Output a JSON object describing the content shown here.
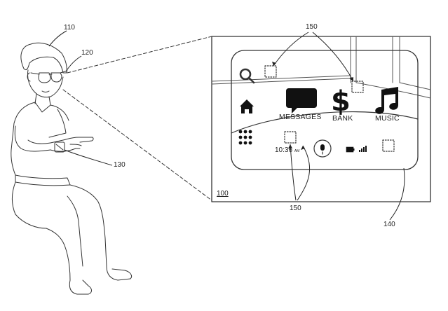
{
  "figure": {
    "refs": {
      "user": "110",
      "glasses": "120",
      "wrist_device": "130",
      "display_panel": "100",
      "interface": "140",
      "markers_top": "150",
      "markers_bottom": "150"
    },
    "apps": {
      "messages": "MESSAGES",
      "bank": "BANK",
      "music": "MUSIC"
    },
    "status": {
      "time": "10:36",
      "time_suffix": "AM"
    },
    "icons": [
      "search-icon",
      "home-icon",
      "messages-icon",
      "dollar-icon",
      "music-note-icon",
      "app-grid-icon",
      "microphone-icon",
      "battery-icon",
      "signal-icon"
    ]
  }
}
